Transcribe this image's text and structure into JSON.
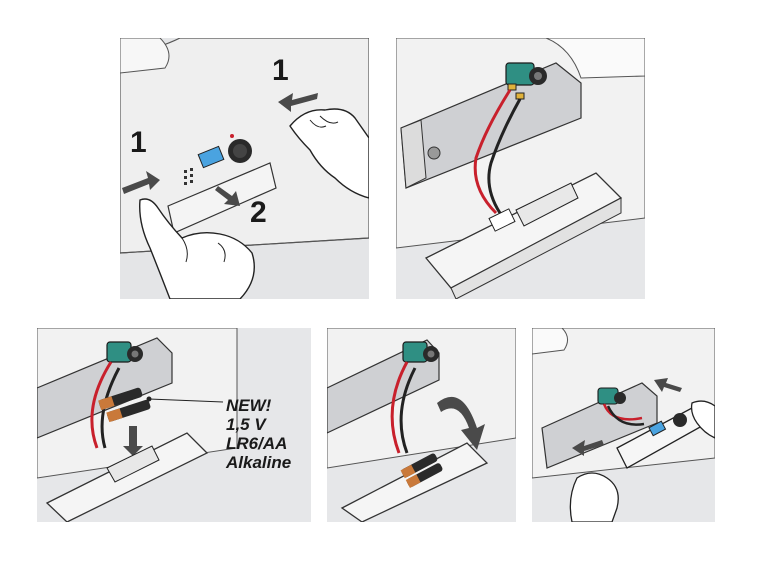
{
  "steps": {
    "press_left": "1",
    "press_right": "1",
    "pull_out": "2"
  },
  "battery_callout": {
    "line1": "NEW!",
    "line2": "1,5 V",
    "line3": "LR6/AA",
    "line4": "Alkaline"
  },
  "colors": {
    "panel_bg": "#dfe0e2",
    "wire_red": "#c8202c",
    "wire_black": "#222222",
    "connector_teal": "#2f8f83",
    "lcd_blue": "#4aa3e0",
    "battery_copper": "#c9793a"
  }
}
